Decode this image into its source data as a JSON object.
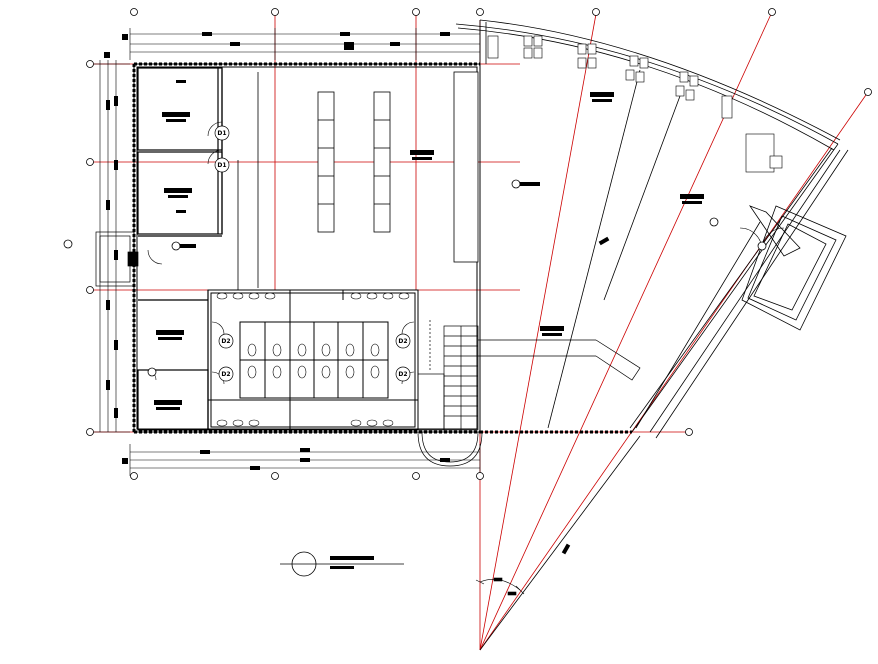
{
  "drawing": {
    "type": "architectural floor plan",
    "line_color": "#000000",
    "axis_color": "#cc0000",
    "background": "#ffffff",
    "door_tags": [
      "D1",
      "D1",
      "D2",
      "D2",
      "D2",
      "D2"
    ],
    "title_block": "",
    "icons": [
      "grid-bubble",
      "level-marker",
      "north-circle",
      "door-swing",
      "toilet-fixture",
      "stair-treads",
      "desk-group"
    ]
  }
}
